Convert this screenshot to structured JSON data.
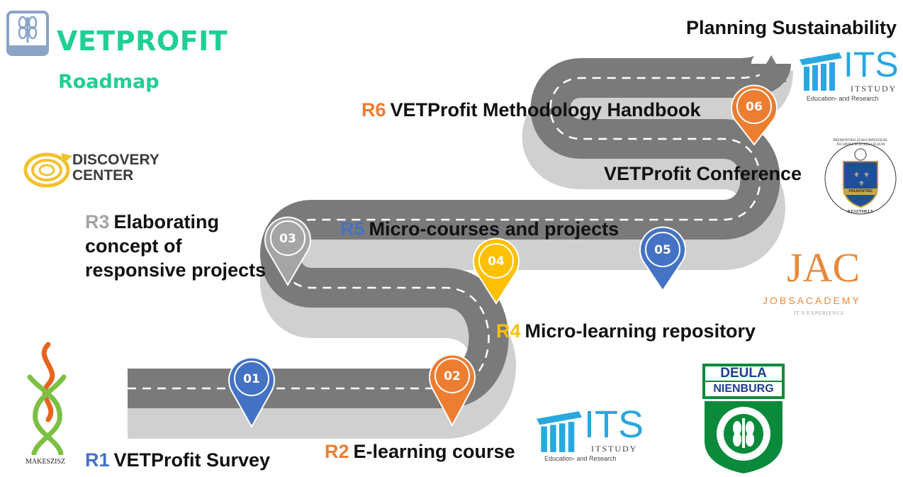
{
  "brand": {
    "title": "VETPROFIT",
    "subtitle": "Roadmap",
    "color": "#1fcf96"
  },
  "end_goal": "Planning Sustainability",
  "conference": "VETProfit Conference",
  "milestones": [
    {
      "code": "R1",
      "title": "VETProfit Survey",
      "number": "01",
      "color": "#4472c4"
    },
    {
      "code": "R2",
      "title": "E-learning course",
      "number": "02",
      "color": "#ed7d31"
    },
    {
      "code": "R3",
      "title": "Elaborating",
      "title_line2": "concept of",
      "title_line3": "responsive projects",
      "number": "03",
      "color": "#a5a5a5"
    },
    {
      "code": "R4",
      "title": "Micro-learning repository",
      "number": "04",
      "color": "#ffc000"
    },
    {
      "code": "R5",
      "title": "Micro-courses and projects",
      "number": "05",
      "color": "#4472c4"
    },
    {
      "code": "R6",
      "title": "VETProfit Methodology Handbook",
      "number": "06",
      "color": "#ed7d31"
    }
  ],
  "partners": {
    "discovery": {
      "line1": "DISCOVERY",
      "line2": "CENTER"
    },
    "its_top": {
      "name": "ITS",
      "sub": "ITSTUDY",
      "tag": "Education- and Research"
    },
    "its_bottom": {
      "name": "ITS",
      "sub": "ITSTUDY",
      "tag": "Education- and Research"
    },
    "jac": {
      "name": "JAC",
      "sub": "JOBSACADEMY",
      "tag": "IT'S EXPERIENCE"
    },
    "premontrei": {
      "ring": "PREMONTREI SZAKGIMNÁZIUM, TECHNIKUM ÉS KOLLÉGIUM",
      "band": "PREMONTREI",
      "city": "KESZTHELY"
    },
    "deula": {
      "line1": "DEULA",
      "line2": "NIENBURG"
    },
    "makeszisz": {
      "name": "MAKESZISZ"
    }
  }
}
